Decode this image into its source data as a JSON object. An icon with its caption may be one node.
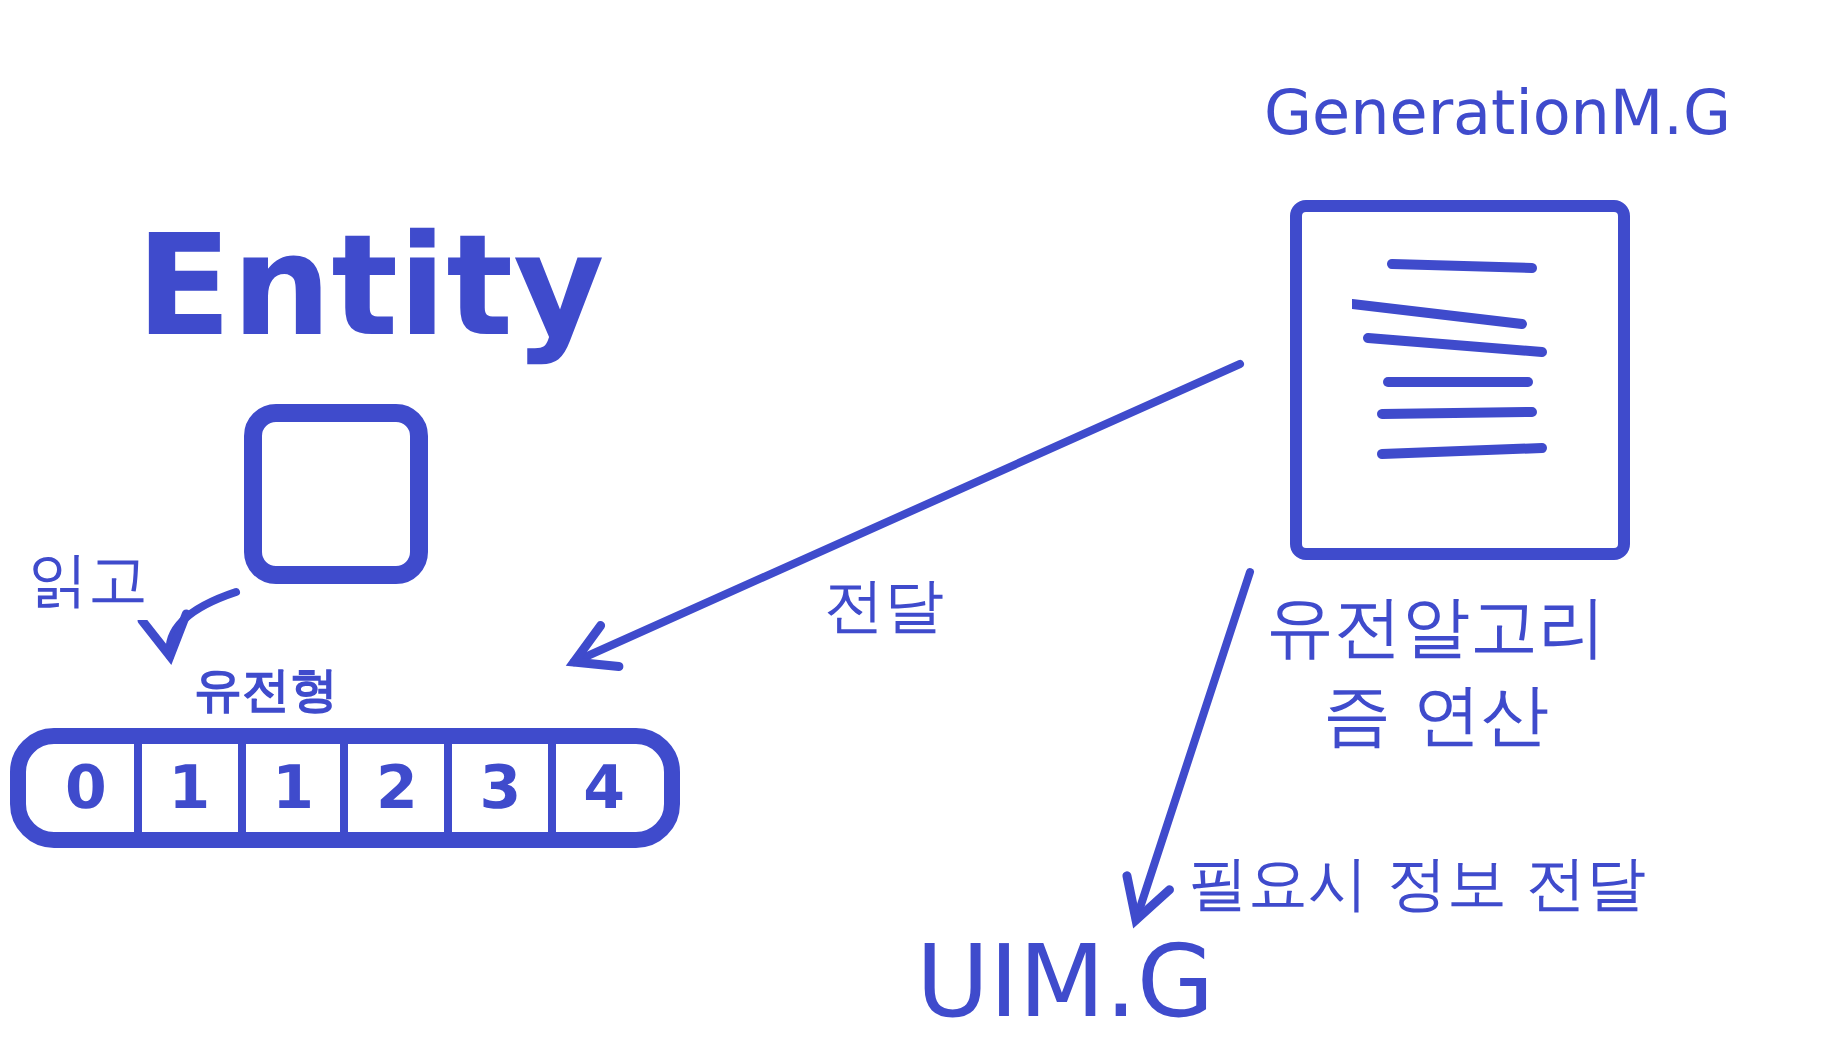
{
  "diagram": {
    "nodes": [
      {
        "text": [
          "Entity"
        ]
      },
      {
        "text": [
          "유전형"
        ]
      },
      {
        "text": [
          "0"
        ],
        "in": 1
      },
      {
        "text": [
          "1"
        ],
        "in": 1
      },
      {
        "text": [
          "1"
        ],
        "in": 1
      },
      {
        "text": [
          "2"
        ],
        "in": 1
      },
      {
        "text": [
          "3"
        ],
        "in": 1
      },
      {
        "text": [
          "4"
        ],
        "in": 1
      },
      {
        "text": [
          "GenerationM.G"
        ],
        "beside": [
          "유전알고리즘 연산"
        ]
      },
      {
        "text": [
          "UIM.G"
        ]
      }
    ],
    "edges": [
      {
        "from": 0,
        "to": 1,
        "arrow": "to",
        "label": "읽고"
      },
      {
        "from": 8,
        "to": 1,
        "arrow": "to",
        "label": "전달"
      },
      {
        "from": 8,
        "to": 9,
        "arrow": "to",
        "label": "필요시 정보 전달"
      }
    ]
  }
}
